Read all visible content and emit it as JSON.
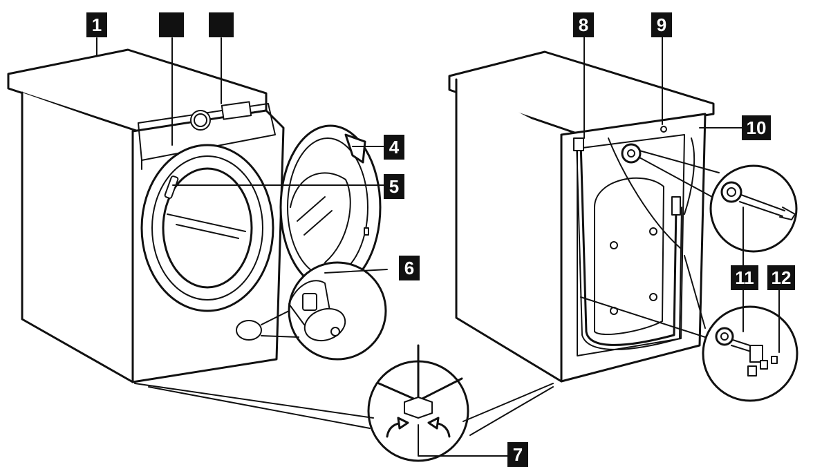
{
  "labels": {
    "l1": "1",
    "l2": "",
    "l3": "",
    "l4": "4",
    "l5": "5",
    "l6": "6",
    "l7": "7",
    "l8": "8",
    "l9": "9",
    "l10": "10",
    "l11_top": "11",
    "l11_bottom": "11",
    "l12": "12"
  },
  "colors": {
    "ink": "#111111",
    "paper": "#ffffff",
    "label_bg": "#111111",
    "label_text": "#ffffff"
  }
}
